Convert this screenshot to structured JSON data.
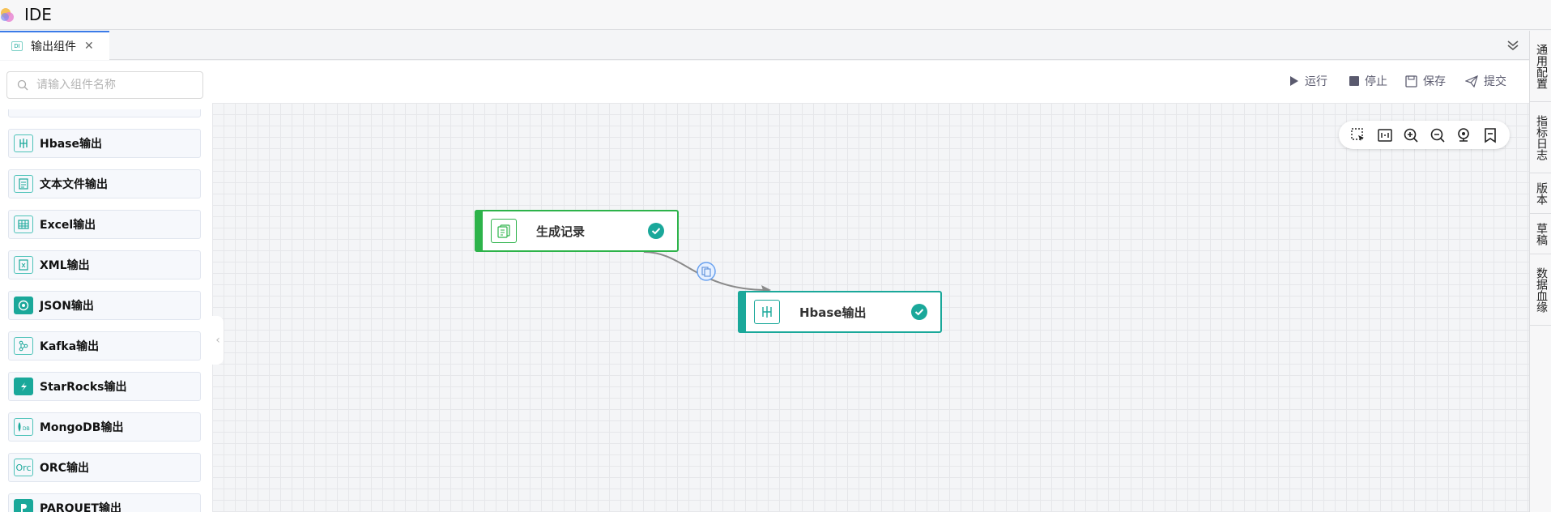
{
  "app": {
    "title": "IDE",
    "logo_icon": "flower-logo-icon"
  },
  "tabs": [
    {
      "label": "输出组件",
      "badge": "DI",
      "active": true
    }
  ],
  "right_rail": {
    "items": [
      "通用配置",
      "指标日志",
      "版本",
      "草稿",
      "数据血缘"
    ]
  },
  "sidebar": {
    "search_placeholder": "请输入组件名称",
    "items": [
      {
        "label": "Hbase输出",
        "icon": "hbase-icon"
      },
      {
        "label": "文本文件输出",
        "icon": "text-file-icon"
      },
      {
        "label": "Excel输出",
        "icon": "excel-table-icon"
      },
      {
        "label": "XML输出",
        "icon": "xml-icon"
      },
      {
        "label": "JSON输出",
        "icon": "json-icon"
      },
      {
        "label": "Kafka输出",
        "icon": "kafka-icon"
      },
      {
        "label": "StarRocks输出",
        "icon": "starrocks-icon"
      },
      {
        "label": "MongoDB输出",
        "icon": "mongodb-icon"
      },
      {
        "label": "ORC输出",
        "icon": "orc-icon",
        "icon_text": "Orc"
      },
      {
        "label": "PARQUET输出",
        "icon": "parquet-icon"
      }
    ]
  },
  "toolbar": {
    "run": "运行",
    "stop": "停止",
    "save": "保存",
    "submit": "提交"
  },
  "canvas_tools": [
    "box-select-icon",
    "fit-view-icon",
    "zoom-in-icon",
    "zoom-out-icon",
    "locate-icon",
    "minimap-icon"
  ],
  "nodes": [
    {
      "label": "生成记录",
      "color": "#2db34a",
      "icon": "generate-record-icon",
      "status": "success"
    },
    {
      "label": "Hbase输出",
      "color": "#1aa89a",
      "icon": "hbase-icon",
      "status": "success"
    }
  ],
  "colors": {
    "accent": "#3b7be8",
    "teal": "#1aa89a",
    "green": "#2db34a"
  }
}
